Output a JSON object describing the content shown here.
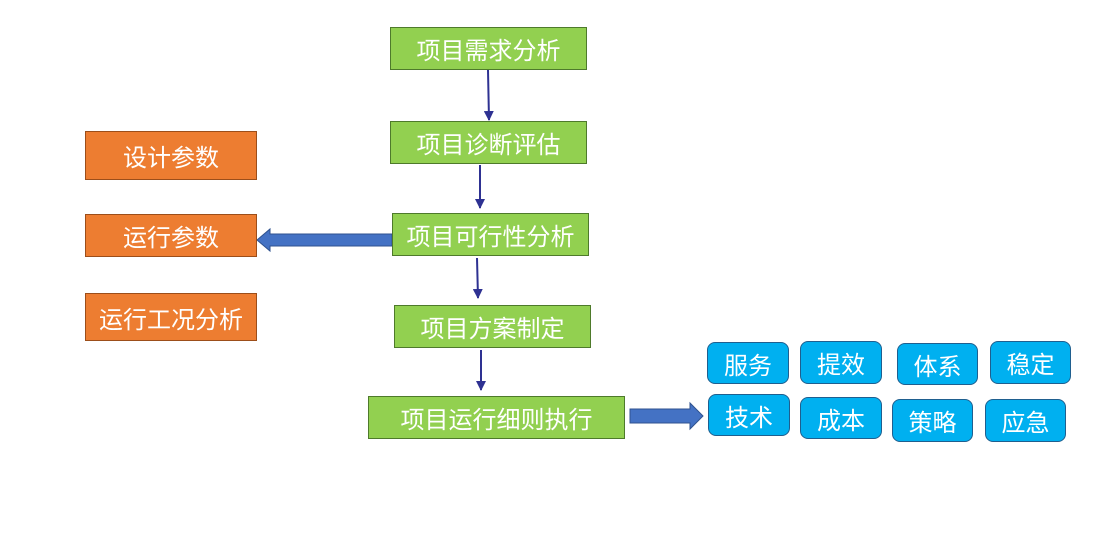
{
  "process_steps": [
    "项目需求分析",
    "项目诊断评估",
    "项目可行性分析",
    "项目方案制定",
    "项目运行细则执行"
  ],
  "parameters": [
    "设计参数",
    "运行参数",
    "运行工况分析"
  ],
  "outcomes": [
    "服务",
    "提效",
    "体系",
    "稳定",
    "技术",
    "成本",
    "策略",
    "应急"
  ],
  "colors": {
    "step_fill": "#92d050",
    "parameter_fill": "#ed7d31",
    "outcome_fill": "#00b0f0",
    "flow_arrow": "#2e3192",
    "block_arrow": "#4472c4"
  }
}
